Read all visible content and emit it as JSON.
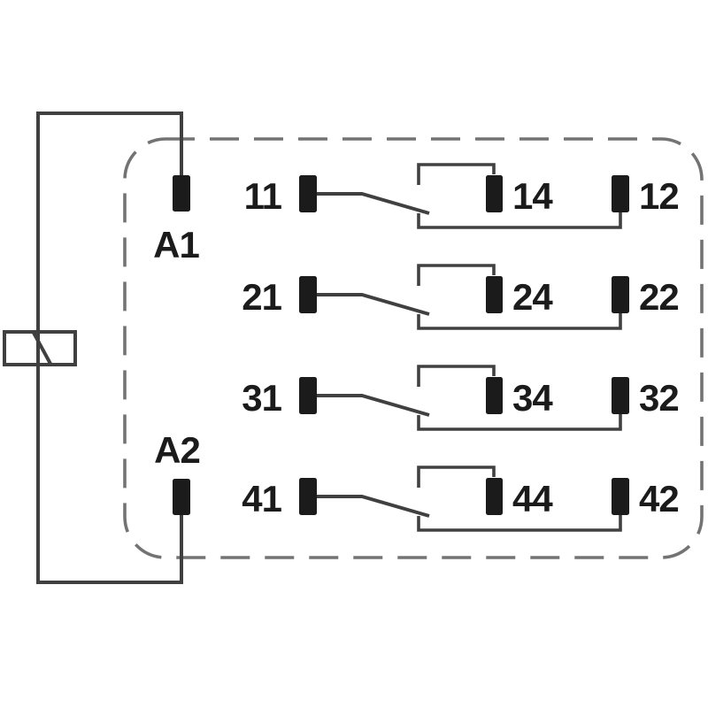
{
  "diagram": {
    "kind": "relay-contact-wiring-schematic",
    "coil_terminals": {
      "a1": "A1",
      "a2": "A2"
    },
    "contact_rows": [
      {
        "common": "11",
        "normally_open": "14",
        "normally_closed": "12"
      },
      {
        "common": "21",
        "normally_open": "24",
        "normally_closed": "22"
      },
      {
        "common": "31",
        "normally_open": "34",
        "normally_closed": "32"
      },
      {
        "common": "41",
        "normally_open": "44",
        "normally_closed": "42"
      }
    ],
    "colors": {
      "background": "#ffffff",
      "solid_line": "#404040",
      "dashed_border": "#737373",
      "terminal_pad": "#1b1b1b",
      "label_text": "#1b1b1b"
    }
  }
}
